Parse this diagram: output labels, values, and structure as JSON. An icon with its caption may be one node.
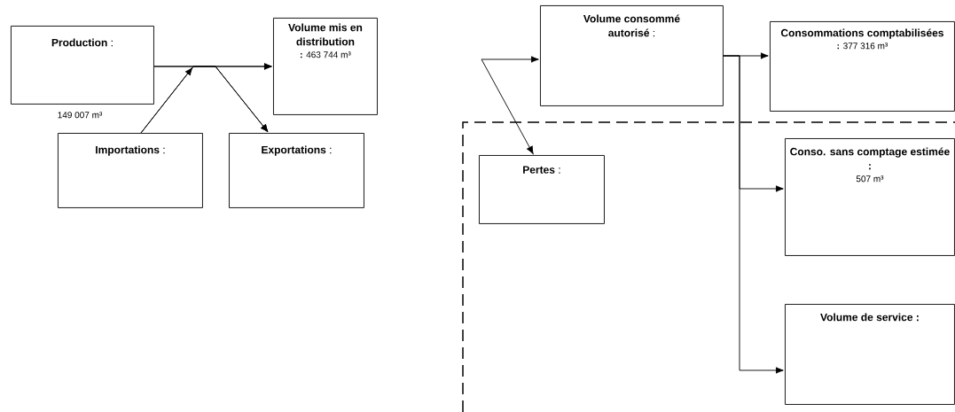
{
  "diagram": {
    "nodes": [
      {
        "text": [
          "**Production** :"
        ],
        "beside": [
          "149 007 m³"
        ]
      },
      {
        "text": [
          "Volume mis en distribution",
          "**:** 463 744 m³"
        ]
      },
      {
        "text": [
          "**Importations** :"
        ]
      },
      {
        "text": [
          "**Exportations** :"
        ]
      },
      {
        "text": [
          "**Volume consommé autorisé** :"
        ]
      },
      {
        "text": [
          "**Pertes** :"
        ]
      },
      {
        "text": [
          "Consommations comptabilisées",
          "**:** 377 316 m³"
        ]
      },
      {
        "text": [
          "Conso. sans comptage estimée :",
          "507 m³"
        ]
      },
      {
        "text": [
          "Volume de service :"
        ]
      }
    ],
    "edges": [
      {
        "from": 0,
        "to": 1,
        "arrow": "to"
      },
      {
        "from": 2,
        "to": 1,
        "arrow": "to"
      },
      {
        "from": 0,
        "to": 3,
        "arrow": "to"
      },
      {
        "from": 2,
        "to": 3,
        "arrow": "to"
      },
      {
        "from": null,
        "to": 4,
        "arrow": "to"
      },
      {
        "from": null,
        "to": 5,
        "arrow": "to"
      },
      {
        "from": 4,
        "to": 6,
        "arrow": "to"
      },
      {
        "from": 4,
        "to": 7,
        "arrow": "to"
      },
      {
        "from": 4,
        "to": 8,
        "arrow": "to"
      }
    ]
  }
}
